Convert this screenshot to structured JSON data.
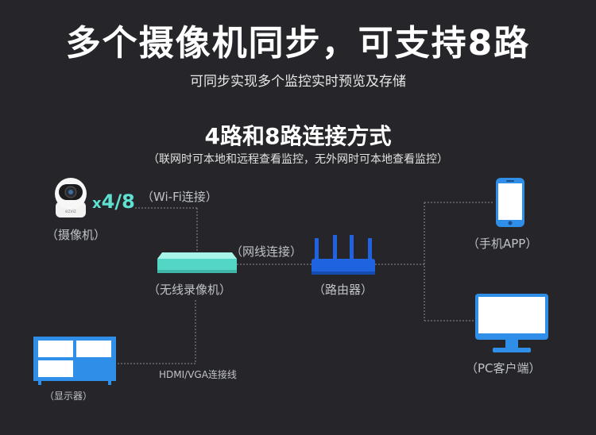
{
  "header": {
    "title": "多个摄像机同步，可支持8路",
    "subtitle": "可同步实现多个监控实时预览及存储"
  },
  "section": {
    "title": "4路和8路连接方式",
    "note": "（联网时可本地和远程查看监控，无外网时可本地查看监控）"
  },
  "nodes": {
    "camera": {
      "label": "（摄像机）",
      "count_prefix": "x",
      "count": "4/8",
      "brand": "ezviz"
    },
    "nvr": {
      "label": "（无线录像机）"
    },
    "router": {
      "label": "（路由器）"
    },
    "phone": {
      "label": "（手机APP）"
    },
    "pc": {
      "label": "（PC客户端）"
    },
    "display": {
      "label": "（显示器）"
    }
  },
  "links": {
    "wifi": "（Wi-Fi连接）",
    "ethernet": "（网线连接）",
    "hdmi": "HDMI/VGA连接线"
  },
  "colors": {
    "background": "#26262a",
    "accent_cyan": "#5fe0d0",
    "router_blue": "#1f63e0",
    "device_blue": "#2f8fe8",
    "label_gray": "#bfc3c8"
  },
  "icons": [
    "camera-icon",
    "nvr-icon",
    "router-icon",
    "phone-icon",
    "monitor-icon",
    "tv-icon"
  ]
}
